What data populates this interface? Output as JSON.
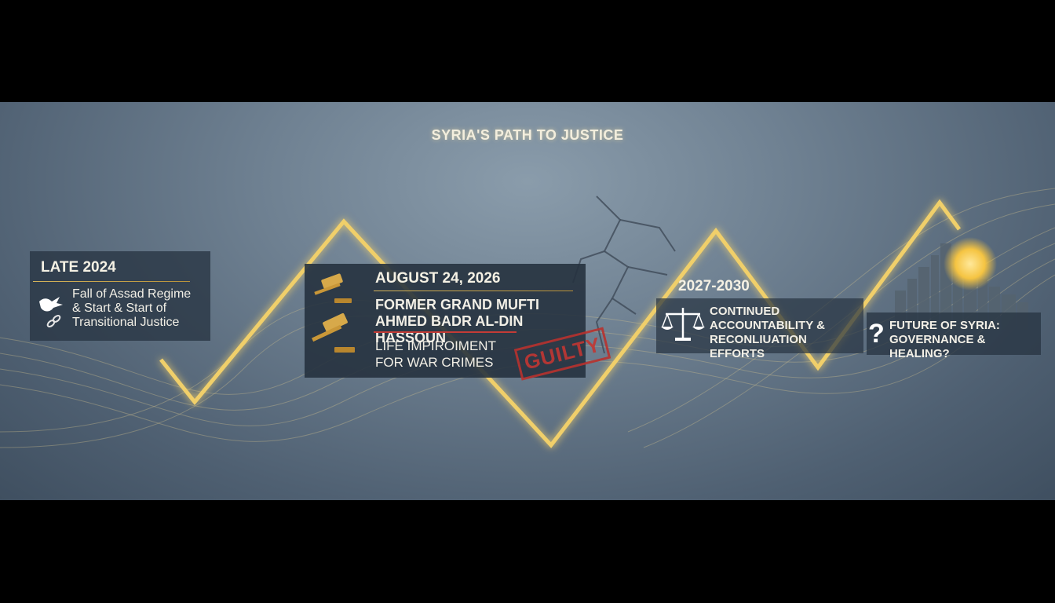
{
  "title": "SYRIA'S PATH TO JUSTICE",
  "milestones": [
    {
      "date": "LATE 2024",
      "text": "Fall of Assad Regime\n& Start & Start of\nTransitional Justice",
      "icon": "dove-broken-chain-icon"
    },
    {
      "date": "AUGUST 24, 2026",
      "name": "FORMER GRAND MUFTI\nAHMED BADR AL-DIN HASSOUN",
      "sentence": "LIFE IMPIROIMENT\nFOR WAR CRIMES",
      "stamp": "GUILTY",
      "icon": "gavel-icon"
    },
    {
      "date": "2027-2030",
      "text": "CONTINUED\nACCOUNTABILITY &\nRECONLIUATION EFFORTS",
      "icon": "scales-icon"
    },
    {
      "symbol": "?",
      "text": "FUTURE OF SYRIA:\nGOVERNANCE & HEALING?",
      "icon": "question-mark-icon"
    }
  ],
  "colors": {
    "accent_gold": "#f0cf6a",
    "stamp_red": "#c23632",
    "card_bg": "#283442",
    "text_light": "#f2efe6"
  }
}
